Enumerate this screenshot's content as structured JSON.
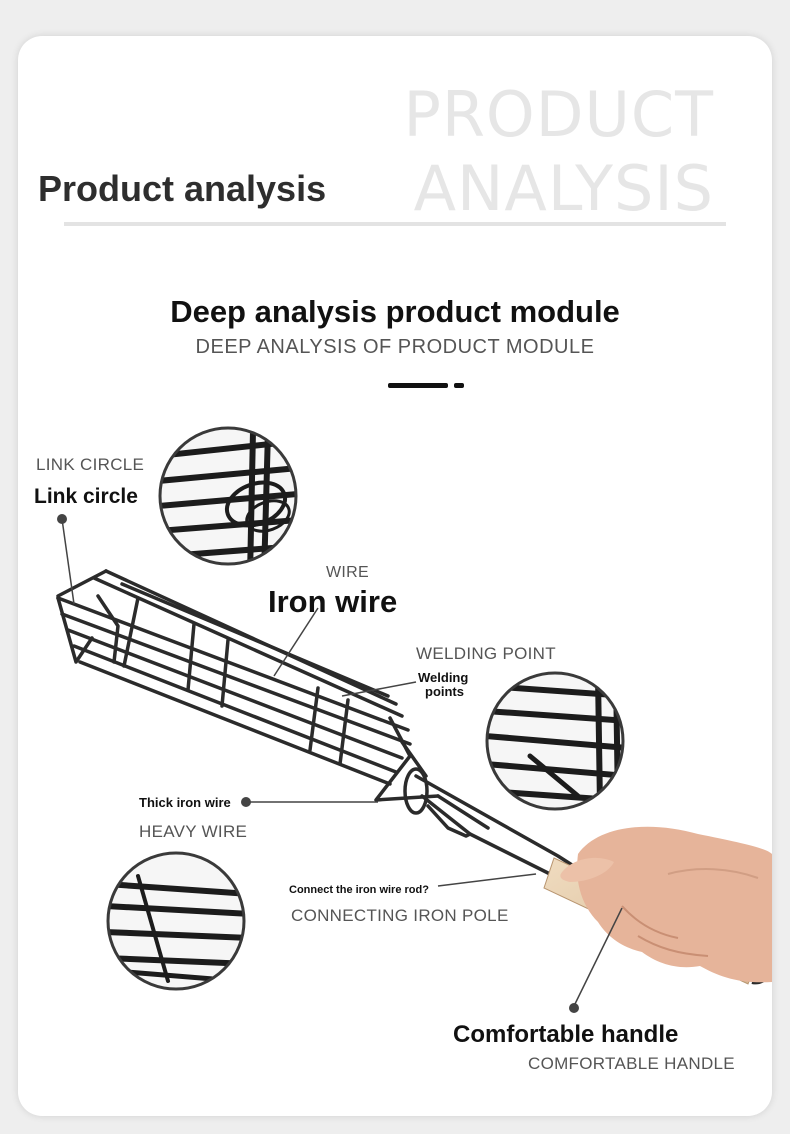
{
  "header": {
    "watermark_line1": "PRODUCT",
    "watermark_line2": "ANALYSIS",
    "title": "Product analysis"
  },
  "module": {
    "title": "Deep analysis product module",
    "subtitle": "DEEP ANALYSIS OF PRODUCT MODULE"
  },
  "callouts": {
    "link_circle_en": "LINK CIRCLE",
    "link_circle": "Link circle",
    "wire_en": "WIRE",
    "iron_wire": "Iron wire",
    "welding_point_en": "WELDING POINT",
    "welding_points_1": "Welding",
    "welding_points_2": "points",
    "thick_iron_wire": "Thick iron wire",
    "heavy_wire_en": "HEAVY WIRE",
    "connect_rod": "Connect the iron wire rod?",
    "connecting_pole_en": "CONNECTING IRON POLE",
    "comfortable_handle": "Comfortable handle",
    "comfortable_handle_en": "COMFORTABLE HANDLE"
  },
  "colors": {
    "wire": "#2b2b2b",
    "handle_wood": "#e3c9a6",
    "skin": "#e7b79c",
    "watermark": "#e6e6e6"
  }
}
